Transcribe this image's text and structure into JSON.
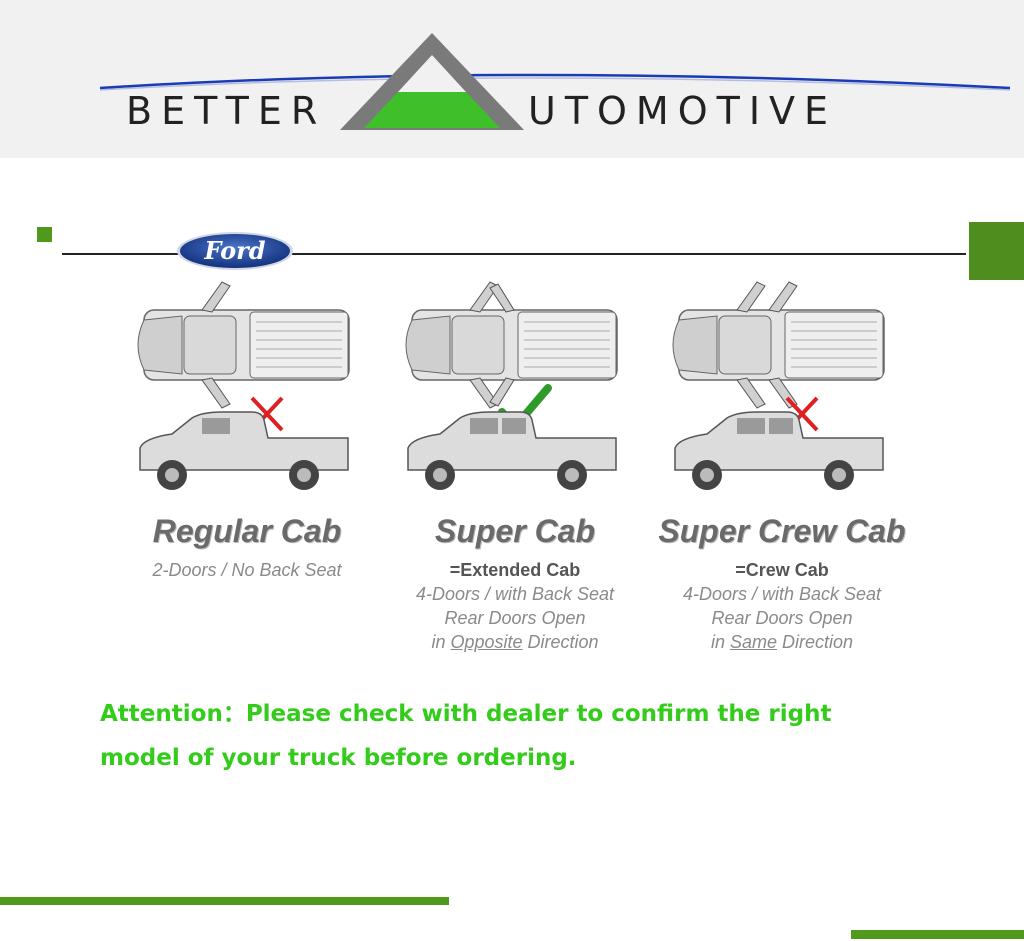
{
  "header": {
    "brand_left": "BETTER",
    "brand_right": "UTOMOTIVE",
    "logo_letter_icon": "triangle-a-logo-icon",
    "colors": {
      "logo_green": "#3fbf2a",
      "logo_gray": "#777777",
      "swoosh_blue": "#1a3bb5"
    }
  },
  "ford_logo": {
    "text": "Ford",
    "color": "#1c3f94"
  },
  "cabs": [
    {
      "title": "Regular Cab",
      "equivalent": "",
      "lines": [
        "2-Doors / No Back Seat"
      ],
      "mark": "x",
      "mark_icon": "red-x-icon"
    },
    {
      "title": "Super Cab",
      "equivalent": "=Extended Cab",
      "lines": [
        "4-Doors / with Back Seat",
        "Rear Doors Open"
      ],
      "direction_prefix": "in",
      "direction_word": "Opposite",
      "direction_suffix": "Direction",
      "mark": "check",
      "mark_icon": "green-check-icon"
    },
    {
      "title": "Super Crew Cab",
      "equivalent": "=Crew Cab",
      "lines": [
        "4-Doors / with Back Seat",
        "Rear Doors Open"
      ],
      "direction_prefix": "in",
      "direction_word": "Same",
      "direction_suffix": "Direction",
      "mark": "x",
      "mark_icon": "red-x-icon"
    }
  ],
  "attention": {
    "line1": "Attention：Please check with dealer to confirm the right",
    "line2": "model of your truck before ordering."
  },
  "colors": {
    "accent_green": "#4f9a1c",
    "attention_green": "#33cc1a",
    "x_red": "#e02020",
    "check_green": "#2e9a2a"
  }
}
